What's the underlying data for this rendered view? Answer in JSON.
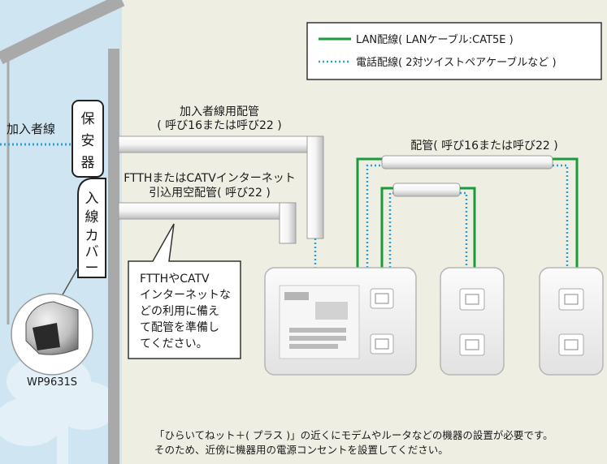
{
  "legend": {
    "lan": "LAN配線( LANケーブル:CAT5E )",
    "phone": "電話配線( 2対ツイストペアケーブルなど )"
  },
  "labels": {
    "subscriber_line": "加入者線",
    "protector": [
      "保",
      "安",
      "器"
    ],
    "entry_cover": [
      "入",
      "線",
      "カ",
      "バ",
      "ー"
    ],
    "subscriber_conduit": [
      "加入者線用配管",
      "( 呼び16または呼び22 )"
    ],
    "ftth_conduit": [
      "FTTHまたはCATVインターネット",
      "引込用空配管( 呼び22 )"
    ],
    "callout": [
      "FTTHやCATV",
      "インターネットな",
      "どの利用に備え",
      "て配管を準備し",
      "てください。"
    ],
    "product": "WP9631S",
    "top_conduit": "配管( 呼び16または呼び22 )",
    "footer": [
      "「ひらいてねット＋( プラス )」の近くにモデムやルータなどの機器の設置が必要です。",
      "そのため、近傍に機器用の電源コンセントを設置してください。"
    ]
  },
  "colors": {
    "lan": "#1a9a3c",
    "phone": "#2a9fd6",
    "wall": "#cfe5f2",
    "background": "#efeee3"
  }
}
